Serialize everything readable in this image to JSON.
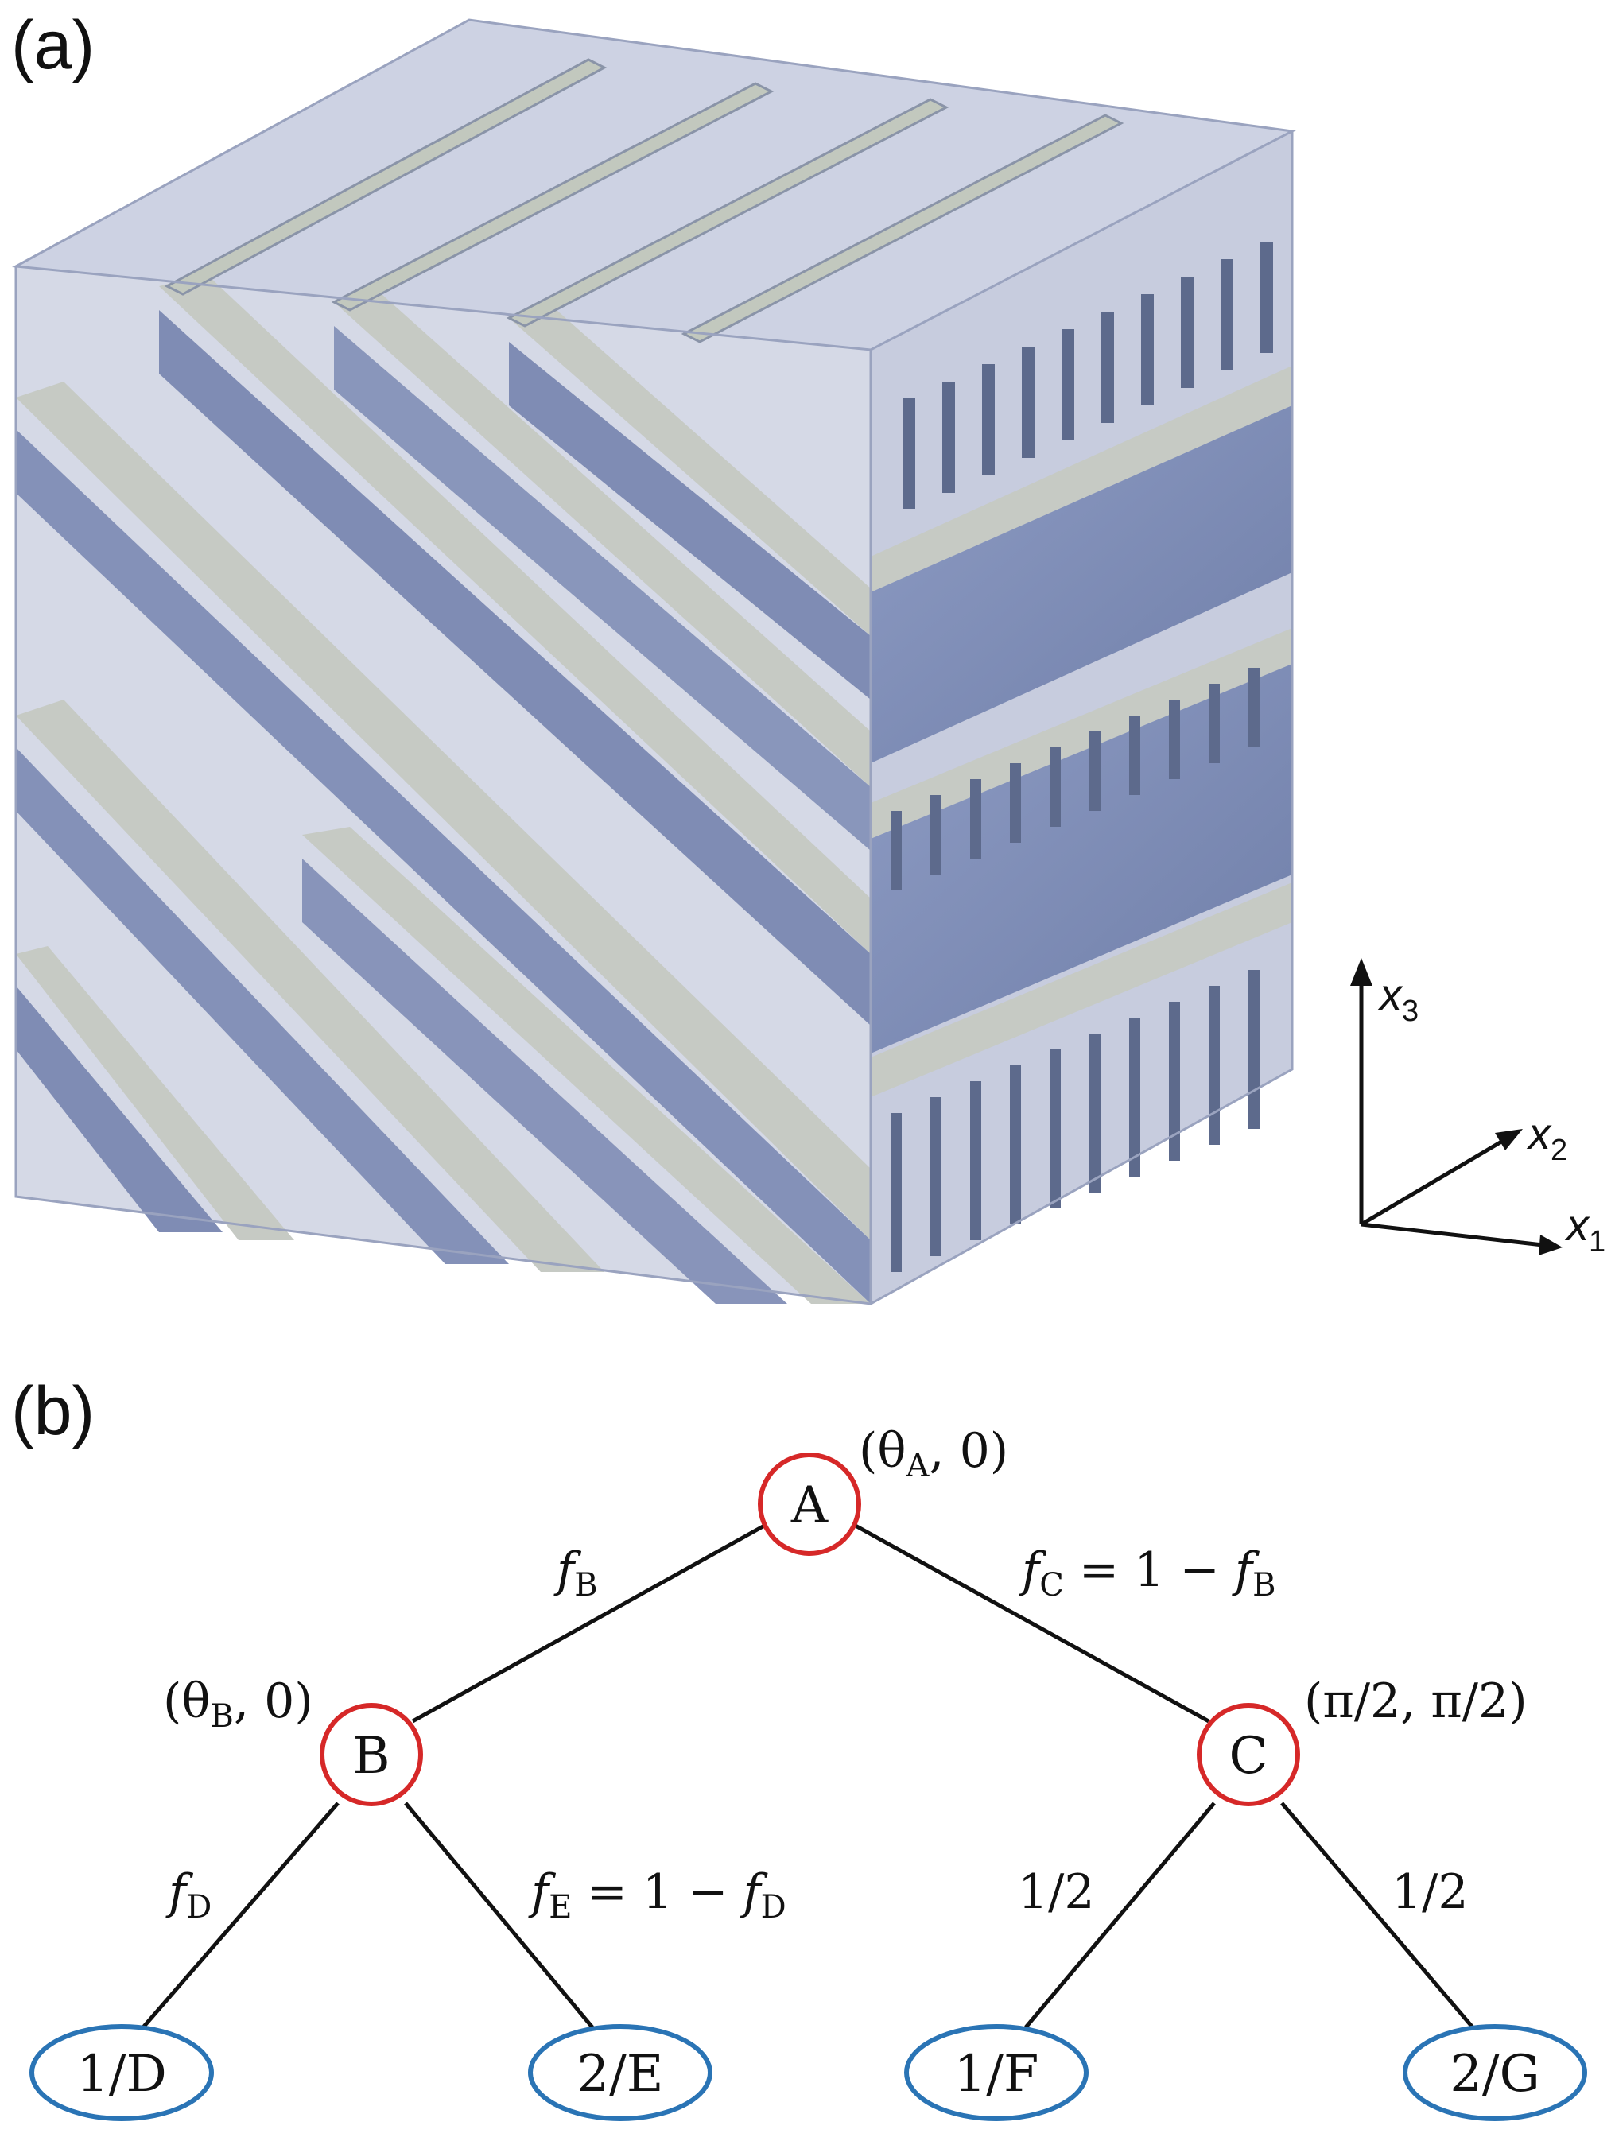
{
  "panels": {
    "a": "(a)",
    "b": "(b)"
  },
  "axes": {
    "x1": "x",
    "x1_sub": "1",
    "x2": "x",
    "x2_sub": "2",
    "x3": "x",
    "x3_sub": "3"
  },
  "tree": {
    "nodes": {
      "A": {
        "label": "A",
        "angles": "(θ",
        "angles_sub": "A",
        "angles_tail": ", 0)"
      },
      "B": {
        "label": "B",
        "angles": "(θ",
        "angles_sub": "B",
        "angles_tail": ", 0)"
      },
      "C": {
        "label": "C",
        "angles": "(π/2, π/2)"
      },
      "D": {
        "label": "1/D"
      },
      "E": {
        "label": "2/E"
      },
      "F": {
        "label": "1/F"
      },
      "G": {
        "label": "2/G"
      }
    },
    "edges": {
      "AB": {
        "f": "f",
        "sub": "B"
      },
      "AC": {
        "f": "f",
        "sub": "C",
        "tail": " = 1 − ",
        "f2": "f",
        "sub2": "B"
      },
      "BD": {
        "f": "f",
        "sub": "D"
      },
      "BE": {
        "f": "f",
        "sub": "E",
        "tail": " = 1 − ",
        "f2": "f",
        "sub2": "D"
      },
      "CF": {
        "text": "1/2"
      },
      "CG": {
        "text": "1/2"
      }
    }
  },
  "colors": {
    "inner_node": "#d62828",
    "leaf_node": "#2a74b5",
    "plate_face": "#8593b9",
    "plate_edge": "#c4c9c2"
  }
}
